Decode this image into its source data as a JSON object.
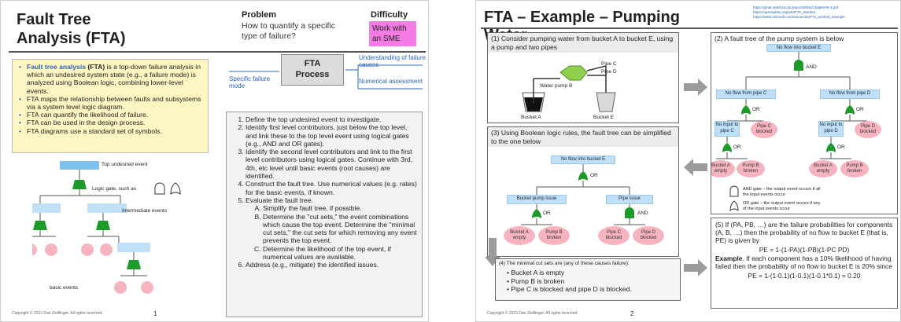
{
  "slide1": {
    "title": "Fault Tree Analysis (FTA)",
    "problem_heading": "Problem",
    "problem_text": "How to quantify a specific type of failure?",
    "difficulty_heading": "Difficulty",
    "difficulty_text": "Work with an SME",
    "bullets": [
      {
        "bold": "Fault tree analysis",
        "paren": " (FTA)",
        "rest": " is a top-down failure analysis in which an undesired system state (e.g., a failure mode) is analyzed using Boolean logic, combining lower-level events."
      },
      {
        "bold": "",
        "paren": "",
        "rest": "FTA maps the relationship between faults and subsystems via a system level logic diagram."
      },
      {
        "bold": "",
        "paren": "",
        "rest": "FTA can quantify the likelihood of failure."
      },
      {
        "bold": "",
        "paren": "",
        "rest": "FTA can be used in the design process."
      },
      {
        "bold": "",
        "paren": "",
        "rest": "FTA diagrams use a standard set of symbols."
      }
    ],
    "process_box": "FTA Process",
    "process_left": "Specific failure mode",
    "process_right_top": "Understanding of failure causes",
    "process_right_bottom": "Numerical assessment",
    "diagram_labels": {
      "top": "Top undesired event",
      "gates": "Logic gate, such as",
      "intermediate": "Intermediate events",
      "basic": "basic events"
    },
    "steps": [
      {
        "text": "Define the top undesired event to investigate.",
        "sub": []
      },
      {
        "text": "Identify first level contributors, just below the top level, and link these to the top level event using logical gates (e.g., AND and OR gates).",
        "sub": []
      },
      {
        "text": "Identify the second level contributors and link to the first level contributors using logical gates. Continue with 3rd, 4th, etc level until basic events (root causes) are identified.",
        "sub": []
      },
      {
        "text": "Construct the fault tree. Use numerical values (e.g. rates) for the basic events, if known.",
        "sub": []
      },
      {
        "text": "Evaluate the fault tree.",
        "sub": [
          "Simplify the fault tree, if possible.",
          "Determine the \"cut sets,\" the event combinations which cause the top event. Determine the \"minimal cut sets,\" the cut sets for which removing any event prevents the top event.",
          "Determine the likelihood of the top event, if numerical values are available."
        ]
      },
      {
        "text": "Address (e.g., mitigate) the identified issues.",
        "sub": []
      }
    ],
    "copyright": "Copyright © 2023 Dan Zwillinger. All rights reserved.",
    "page": "1"
  },
  "slide2": {
    "title": "FTA – Example – Pumping Water",
    "refs": [
      "https://gmat.stanford.edu/reports/files/Chapter06-3.pdf",
      "https://opensafety.org/wiki/FTA_Worked",
      "https://www.reliasoft.com/resources/FTA_worked_example"
    ],
    "panel1_text": "(1) Consider pumping water from bucket A to bucket E, using a pump and two pipes",
    "panel1_labels": {
      "pipe_c": "Pipe C",
      "pipe_d": "Pipe D",
      "pump": "Water pump B",
      "bucket_a": "Bucket A",
      "bucket_e": "Bucket E"
    },
    "panel2_text": "(2) A fault tree of the pump system is below",
    "tree": {
      "top": "No flow into bucket E",
      "and": "AND",
      "or": "OR",
      "no_flow_c": "No flow from pipe C",
      "no_flow_d": "No flow from pipe D",
      "no_input_c": "No input to pipe C",
      "no_input_d": "No input to pipe D",
      "pipe_c_blocked": "Pipe C blocked",
      "pipe_d_blocked": "Pipe D blocked",
      "bucket_a_empty": "Bucket A empty",
      "pump_b_broken": "Pump B broken"
    },
    "legend_and": "AND gate – the output event occurs if all the input events occur",
    "legend_or": "OR gate – the output event occurs if any of the input events occur",
    "panel3_text": "(3) Using Boolean logic rules, the fault tree can be simplified to the one below",
    "simplified": {
      "top": "No flow into bucket E",
      "left": "Bucket pump issue",
      "right": "Pipe issue"
    },
    "panel4_heading": "(4) The minimal cut sets are (any of these causes failure):",
    "panel4_items": [
      "Bucket A is empty",
      "Pump B is broken",
      "Pipe C is blocked and pipe D is blocked."
    ],
    "panel5_text": "(5) If (PA, PB, …) are the failure probabilities for components (A, B, …) then the probability of no flow to bucket E (that is, PE) is given by",
    "panel5_formula": "PE = 1-(1-PA)(1-PB)(1-PC PD)",
    "panel5_example_bold": "Example",
    "panel5_example": ". If each component has a 10% likelihood of having failed then the probability of no flow to bucket E is 20% since",
    "panel5_result": "PE = 1-(1-0.1)(1-0.1)(1-0.1*0.1) = 0.20",
    "copyright": "Copyright © 2023 Dan Zwillinger. All rights reserved.",
    "page": "2"
  },
  "colors": {
    "accent_blue": "#2a64b8",
    "event_blue": "#bfe0f7",
    "gate_green": "#2aa32a",
    "basic_pink": "#f6b3c0",
    "yellow_box": "#fdf6c3",
    "difficulty_pink": "#f27ce3",
    "arrow_gray": "#9b9b9b"
  }
}
